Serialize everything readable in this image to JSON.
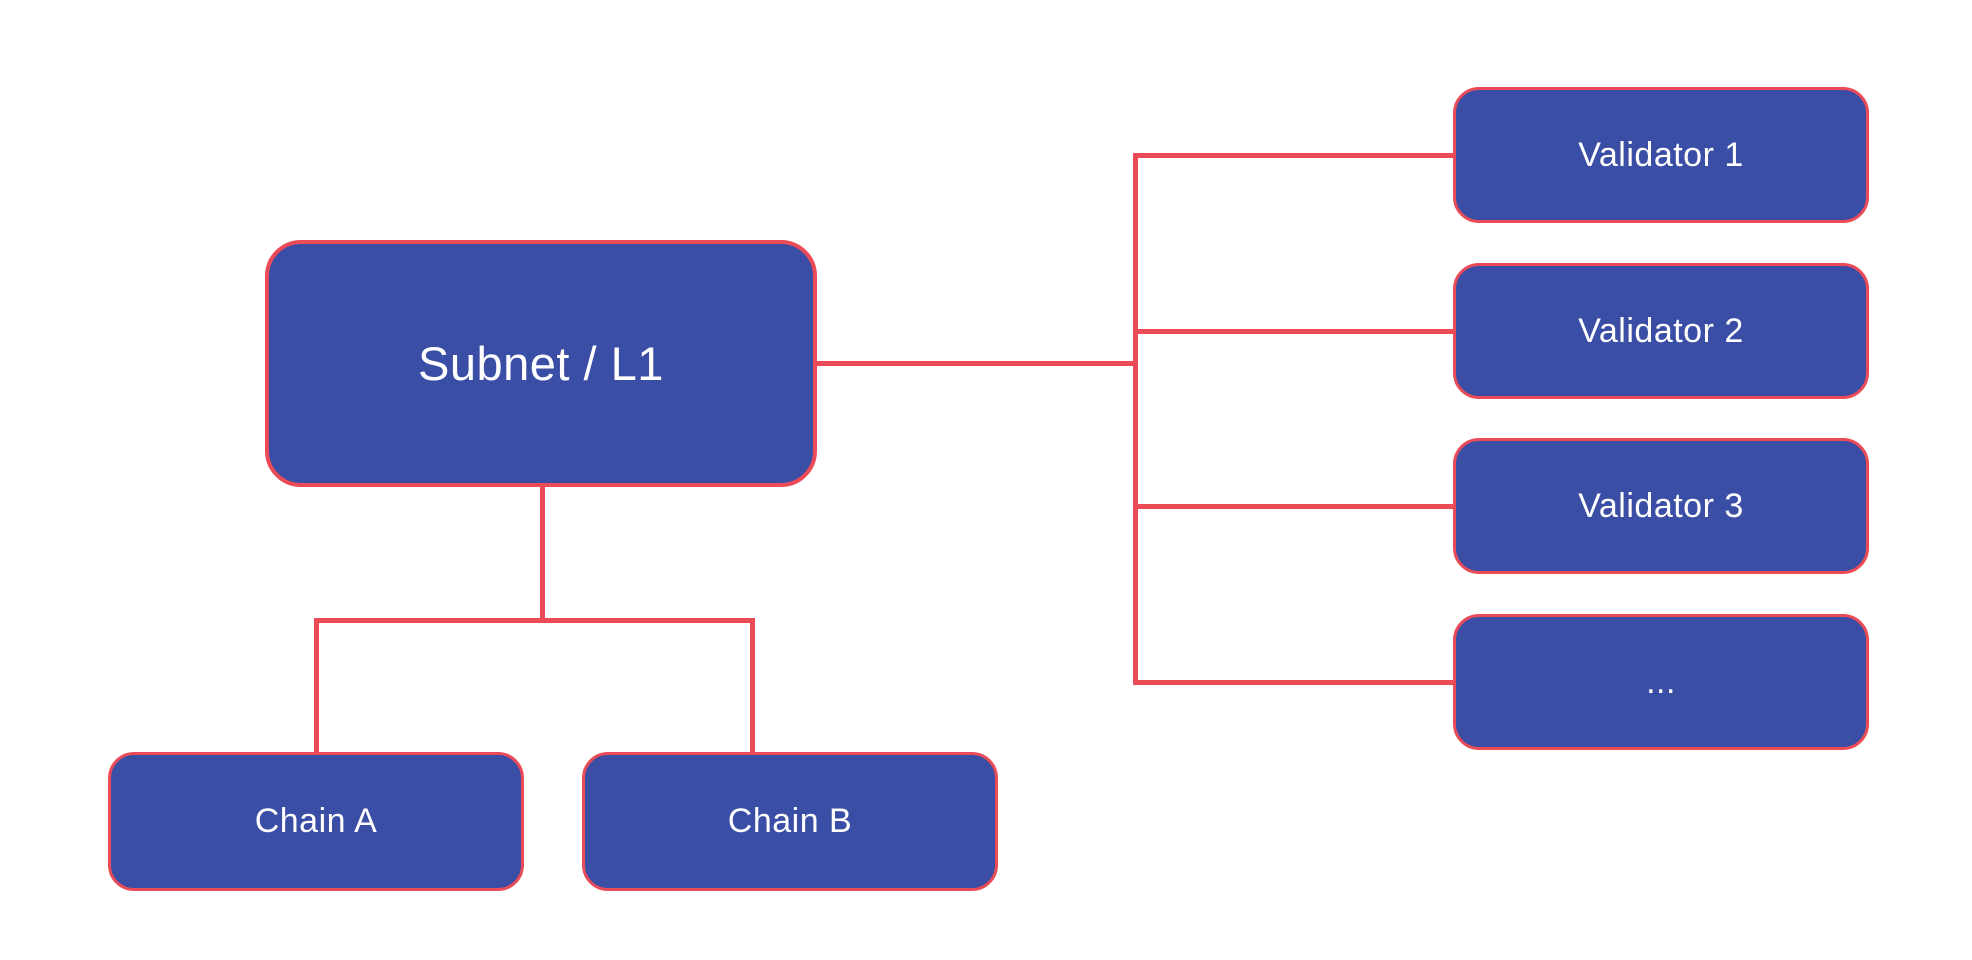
{
  "colors": {
    "background": "#FFFFFF",
    "node_fill": "#3B4EA5",
    "connector": "#EA4B56",
    "node_text": "#FFFFFF"
  },
  "nodes": {
    "root": {
      "label": "Subnet / L1"
    },
    "validators": [
      {
        "label": "Validator 1"
      },
      {
        "label": "Validator 2"
      },
      {
        "label": "Validator 3"
      },
      {
        "label": "..."
      }
    ],
    "chains": [
      {
        "label": "Chain A"
      },
      {
        "label": "Chain B"
      }
    ]
  }
}
